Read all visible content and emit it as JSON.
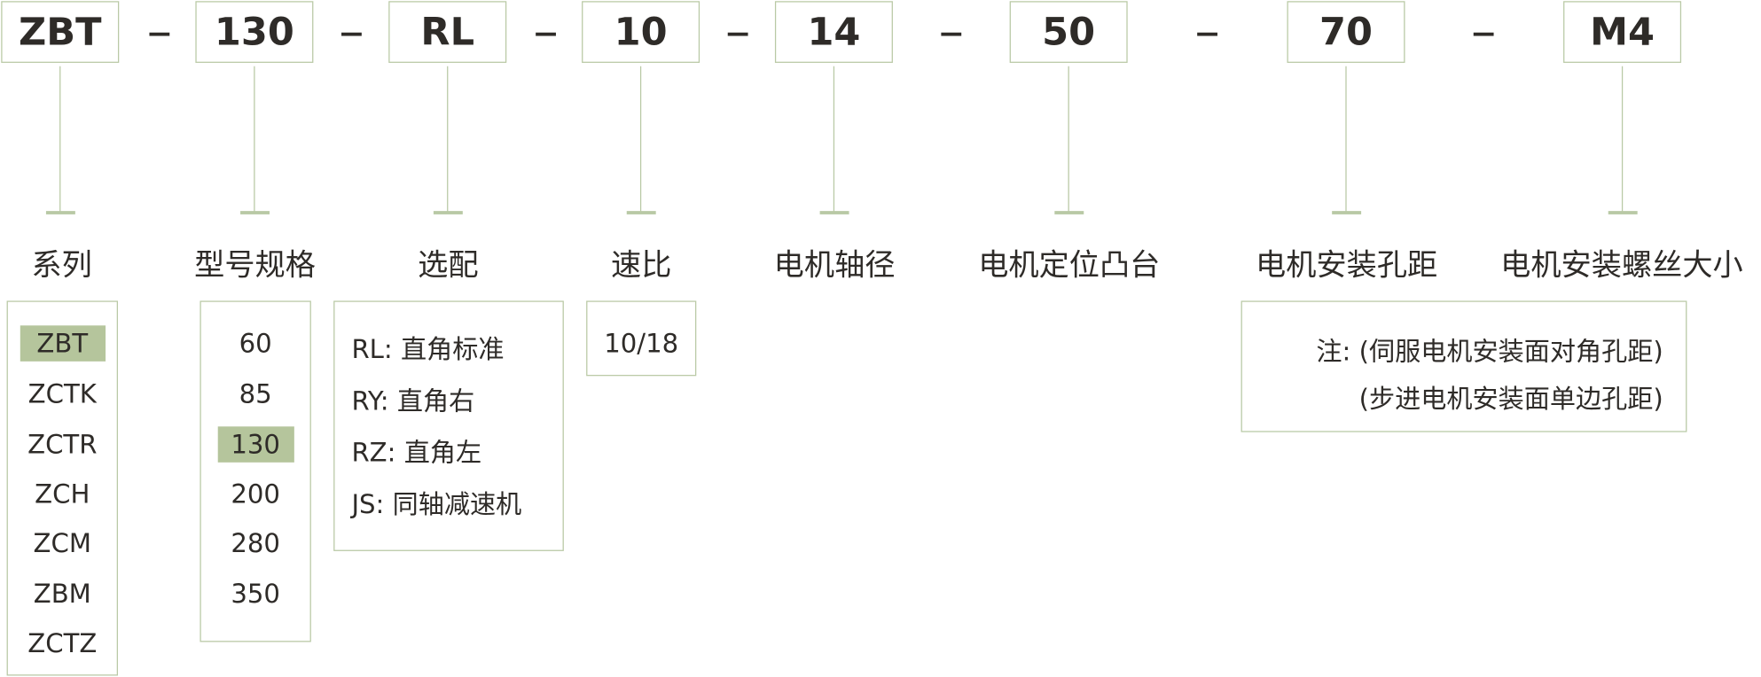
{
  "codes": [
    "ZBT",
    "130",
    "RL",
    "10",
    "14",
    "50",
    "70",
    "M4"
  ],
  "dash": "-",
  "labels": [
    "系列",
    "型号规格",
    "选配",
    "速比",
    "电机轴径",
    "电机定位凸台",
    "电机安装孔距",
    "电机安装螺丝大小"
  ],
  "series": {
    "items": [
      "ZBT",
      "ZCTK",
      "ZCTR",
      "ZCH",
      "ZCM",
      "ZBM",
      "ZCTZ"
    ],
    "selected": "ZBT"
  },
  "model": {
    "items": [
      "60",
      "85",
      "130",
      "200",
      "280",
      "350"
    ],
    "selected": "130"
  },
  "options": {
    "items": [
      "RL: 直角标准",
      "RY: 直角右",
      "RZ: 直角左",
      "JS: 同轴减速机"
    ]
  },
  "ratio": {
    "items": [
      "10/18"
    ]
  },
  "note": {
    "lines": [
      "注: (伺服电机安装面对角孔距)",
      "(步进电机安装面单边孔距)"
    ]
  },
  "colors": {
    "border": "#b9c9a5",
    "highlight": "#b5c59c",
    "text": "#2e2b28"
  }
}
